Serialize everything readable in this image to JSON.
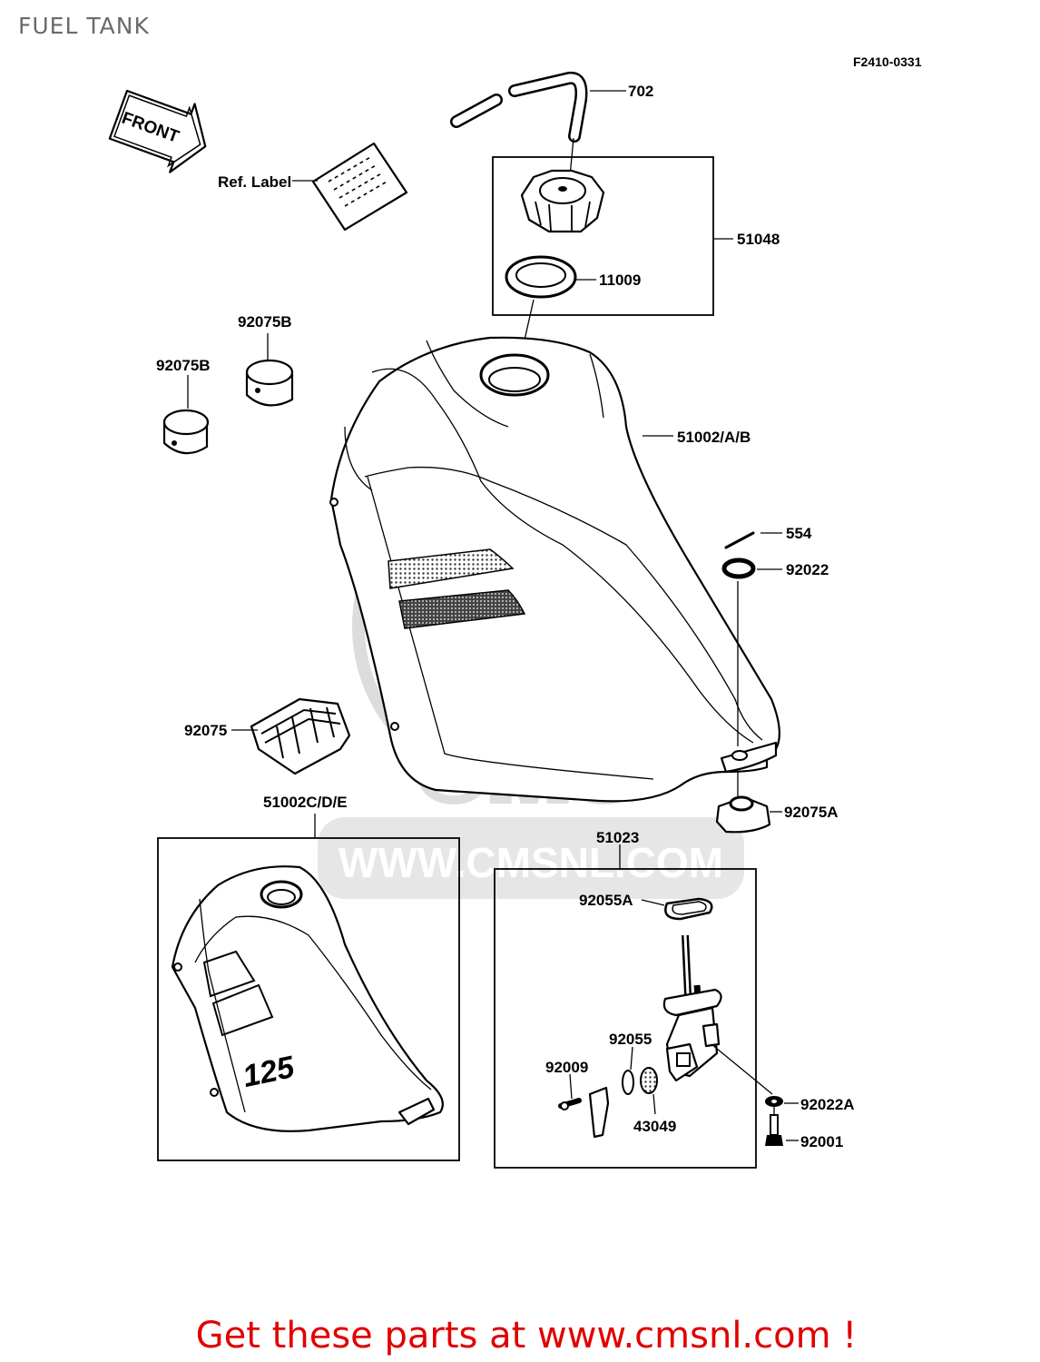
{
  "header": {
    "title": "FUEL TANK",
    "diagram_code": "F2410-0331"
  },
  "watermark": {
    "text": "WWW.CMSNL.COM",
    "logo": "CMS"
  },
  "front_arrow": "FRONT",
  "ref_label": "Ref. Label",
  "tank_decal_number": "125",
  "callouts": {
    "hose": "702",
    "cap_assy": "51048",
    "cap_gasket": "11009",
    "damper_b_top": "92075B",
    "damper_b_left": "92075B",
    "tank_main": "51002/A/B",
    "pin": "554",
    "washer": "92022",
    "damper": "92075",
    "damper_a": "92075A",
    "tank_alt": "51002C/D/E",
    "cock_assy": "51023",
    "gasket_a": "92055A",
    "oring": "92055",
    "screw": "92009",
    "filter": "43049",
    "washer_a": "92022A",
    "bolt": "92001"
  },
  "footer": {
    "text": "Get these parts at www.cmsnl.com !"
  },
  "colors": {
    "footer_text": "#e00000",
    "title_text": "#6a6a6a",
    "watermark": "#dcdcdc"
  }
}
